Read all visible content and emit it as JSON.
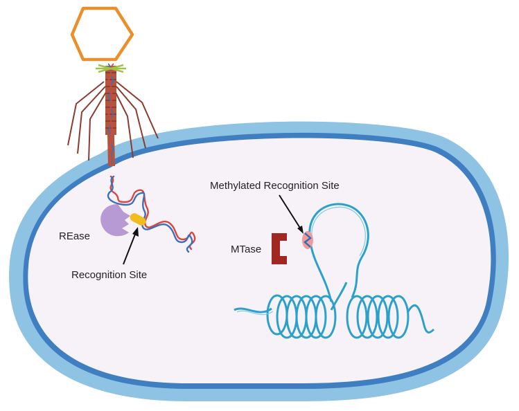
{
  "labels": {
    "rease": "REase",
    "recognition_site": "Recognition Site",
    "methylated_recognition_site": "Methylated Recognition Site",
    "mtase": "MTase"
  },
  "colors": {
    "cell_wall_outer": "#8ec3e4",
    "cell_wall_inner": "#3f7fc1",
    "cytoplasm": "#f6f2f8",
    "phage_head": "#e9902b",
    "phage_tail": "#a34735",
    "dna_red": "#d9453f",
    "dna_blue": "#3d6fb8",
    "rease_enzyme": "#b79ad3",
    "recognition_site": "#f1bd1c",
    "mtase_enzyme": "#a12822",
    "chromosome": "#2ba0c8",
    "methyl_mark": "#f09a9a"
  }
}
